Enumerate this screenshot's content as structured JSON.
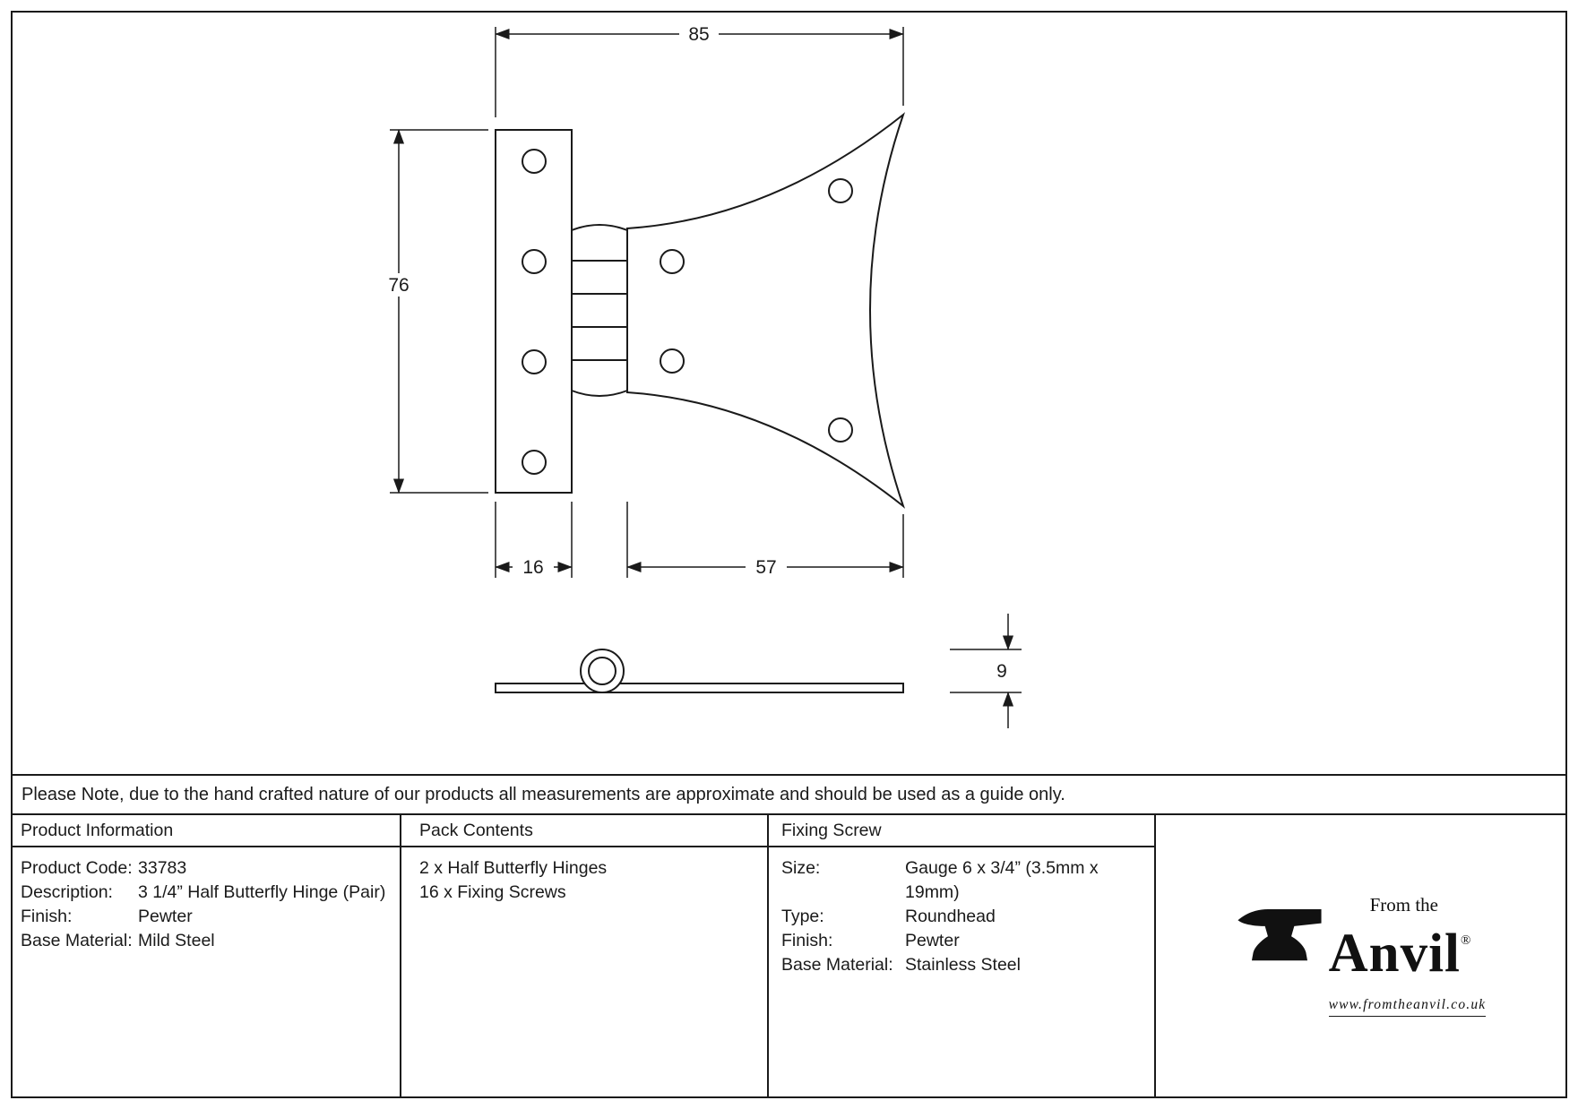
{
  "drawing": {
    "overall_width": "85",
    "height": "76",
    "leaf_width": "16",
    "wing_width": "57",
    "thickness": "9"
  },
  "note": "Please Note, due to the hand crafted nature of our products all measurements are approximate and should be used as a guide only.",
  "table": {
    "product_information": {
      "header": "Product Information",
      "rows": [
        {
          "label": "Product Code:",
          "value": "33783"
        },
        {
          "label": "Description:",
          "value": "3 1/4” Half Butterfly Hinge (Pair)"
        },
        {
          "label": "Finish:",
          "value": "Pewter"
        },
        {
          "label": "Base Material:",
          "value": "Mild Steel"
        }
      ]
    },
    "pack_contents": {
      "header": "Pack Contents",
      "items": [
        "2 x Half Butterfly Hinges",
        "16 x Fixing Screws"
      ]
    },
    "fixing_screw": {
      "header": "Fixing Screw",
      "rows": [
        {
          "label": "Size:",
          "value": "Gauge 6 x 3/4” (3.5mm x 19mm)"
        },
        {
          "label": "Type:",
          "value": "Roundhead"
        },
        {
          "label": "Finish:",
          "value": "Pewter"
        },
        {
          "label": "Base Material:",
          "value": "Stainless Steel"
        }
      ]
    }
  },
  "logo": {
    "tagline": "From the",
    "name": "Anvil",
    "registered": "®",
    "url": "www.fromtheanvil.co.uk"
  }
}
